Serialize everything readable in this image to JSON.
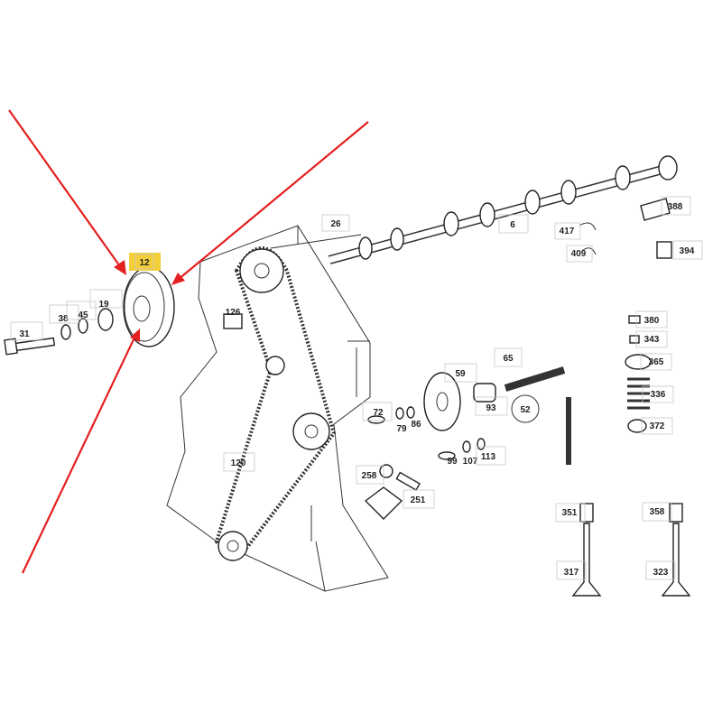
{
  "highlight_color": "#f5cf3a",
  "arrow_color": "#e41f1f",
  "highlighted_part": "12",
  "parts": {
    "p12": "12",
    "p31": "31",
    "p38": "38",
    "p45": "45",
    "p19": "19",
    "p126": "126",
    "p26": "26",
    "p6": "6",
    "p417": "417",
    "p409": "409",
    "p388": "388",
    "p394": "394",
    "p380": "380",
    "p343": "343",
    "p365": "365",
    "p336": "336",
    "p372": "372",
    "p65": "65",
    "p59": "59",
    "p93": "93",
    "p52": "52",
    "p72": "72",
    "p79": "79",
    "p86": "86",
    "p99": "99",
    "p107": "107",
    "p113": "113",
    "p258": "258",
    "p251": "251",
    "p120": "120",
    "p351": "351",
    "p358": "358",
    "p317": "317",
    "p323": "323"
  }
}
